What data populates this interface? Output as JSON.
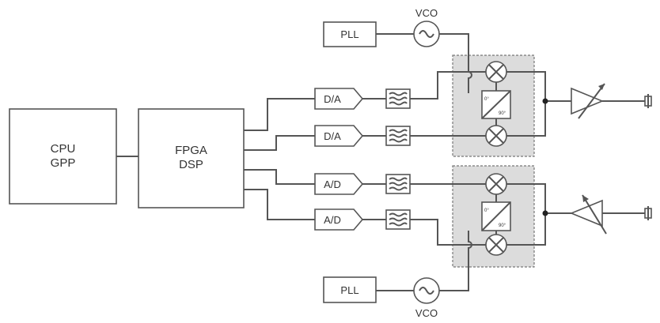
{
  "blocks": {
    "cpu": [
      "CPU",
      "GPP"
    ],
    "fpga": [
      "FPGA",
      "DSP"
    ],
    "dac": "D/A",
    "adc": "A/D",
    "pll": "PLL",
    "vco": "VCO",
    "phase_shifter": [
      "0°",
      "90°"
    ]
  }
}
